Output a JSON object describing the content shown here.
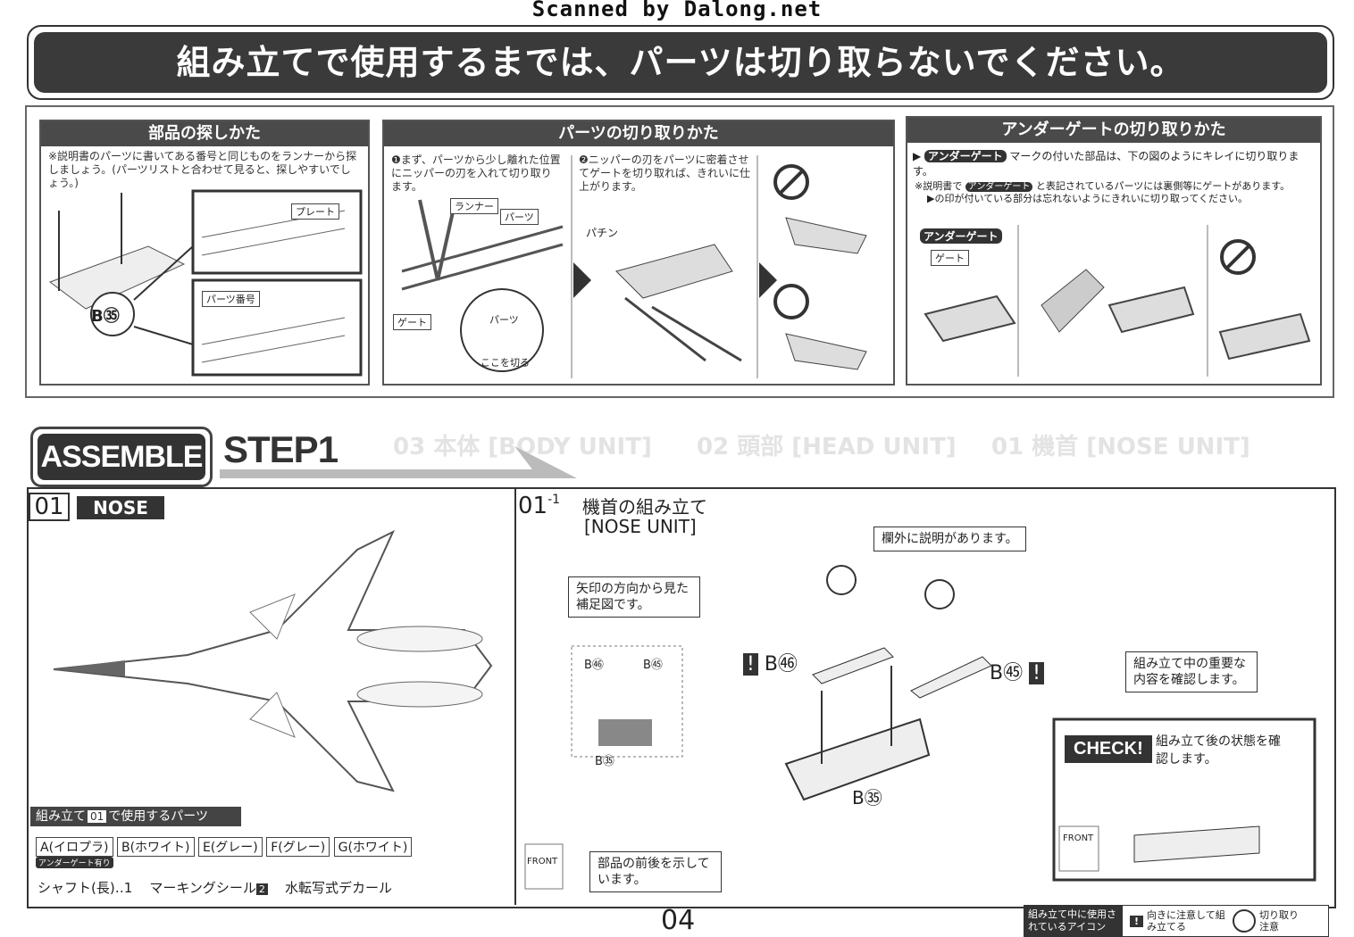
{
  "scan_credit": "Scanned by Dalong.net",
  "banner_text": "組み立てで使用するまでは、パーツは切り取らないでください。",
  "panels": {
    "find_parts": {
      "title": "部品の探しかた",
      "note": "※説明書のパーツに書いてある番号と同じものをランナーから探しましょう。(パーツリストと合わせて見ると、探しやすいでしょう。)",
      "labels": [
        "プレート",
        "パーツ番号"
      ],
      "part_ref": "B㉟"
    },
    "cut_parts": {
      "title": "パーツの切り取りかた",
      "step1": "❶まず、パーツから少し離れた位置にニッパーの刃を入れて切り取ります。",
      "step2": "❷ニッパーの刃をパーツに密着させてゲートを切り取れば、きれいに仕上がります。",
      "labels": [
        "ランナー",
        "パーツ",
        "ゲート",
        "パーツ",
        "ここを切る",
        "パチン"
      ]
    },
    "under_gate": {
      "title": "アンダーゲートの切り取りかた",
      "line1_badge": "アンダーゲート",
      "line1": "マークの付いた部品は、下の図のようにキレイに切り取ります。",
      "line2_prefix": "※説明書で",
      "line2_badge": "アンダーゲート",
      "line2": "と表記されているパーツには裏側等にゲートがあります。",
      "line3": "▶の印が付いている部分は忘れないようにきれいに切り取ってください。",
      "diagram_badge": "アンダーゲート",
      "diagram_label": "ゲート"
    }
  },
  "assemble": {
    "label": "ASSEMBLE",
    "step": "STEP1"
  },
  "nose_panel": {
    "num": "01",
    "title": "NOSE",
    "parts_header_prefix": "組み立て",
    "parts_header_num": "01",
    "parts_header_suffix": "で使用するパーツ",
    "parts": [
      "A(イロプラ)",
      "B(ホワイト)",
      "E(グレー)",
      "F(グレー)",
      "G(ホワイト)"
    ],
    "under_gate_badge": "アンダーゲート有り",
    "extras": [
      "シャフト(長)‥1",
      "マーキングシール",
      "水転写式デカール"
    ],
    "marking_num": "2"
  },
  "nose_unit": {
    "num": "01",
    "sub": "-1",
    "title": "機首の組み立て",
    "subtitle": "[NOSE UNIT]",
    "callout_outside": "欄外に説明があります。",
    "callout_arrow": "矢印の方向から見た補足図です。",
    "callout_check": "組み立て中の重要な内容を確認します。",
    "callout_front": "部品の前後を示しています。",
    "check_label": "CHECK!",
    "check_text": "組み立て後の状態を確認します。",
    "front_label": "FRONT",
    "parts_labels": [
      "B㊻",
      "B㊺",
      "B㉟",
      "B㊻",
      "B㊺",
      "B㉟"
    ]
  },
  "footer": {
    "page_number": "04",
    "legend_title": "組み立て中に使用されているアイコン",
    "legend_items": [
      "向きに注意して組み立てる",
      "切り取り注意"
    ]
  },
  "ghost_headers": [
    "01 機首 [NOSE UNIT]",
    "02 頭部 [HEAD UNIT]",
    "03 本体 [BODY UNIT]"
  ]
}
